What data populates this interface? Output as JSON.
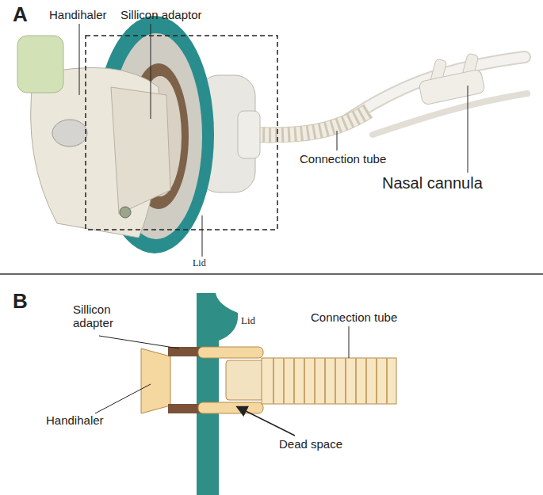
{
  "diagram": {
    "labels": [
      "A",
      "Handihaler",
      "Sillicon adaptor",
      "Connection tube",
      "Nasal cannula",
      "Lid",
      "B",
      "Sillicon adapter",
      "Lid",
      "Connection tube",
      "Handihaler",
      "Dead space"
    ]
  }
}
